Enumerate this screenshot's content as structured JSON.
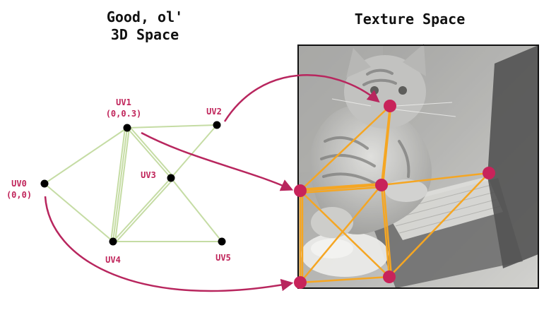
{
  "titles": {
    "left": "Good, ol'\n3D Space",
    "right": "Texture Space"
  },
  "vertices": {
    "uv0": "UV0\n(0,0)",
    "uv1": "UV1\n(0,0.3)",
    "uv2": "UV2",
    "uv3": "UV3",
    "uv4": "UV4",
    "uv5": "UV5"
  },
  "image": {
    "subject": "tabby cat sitting at a laptop keyboard"
  },
  "colors": {
    "mesh_3d": "#c5dca4",
    "mesh_texture": "#f5a623",
    "vertex_3d": "#000000",
    "vertex_texture": "#c8235a",
    "arrow": "#b8265e",
    "label": "#c0245a"
  }
}
